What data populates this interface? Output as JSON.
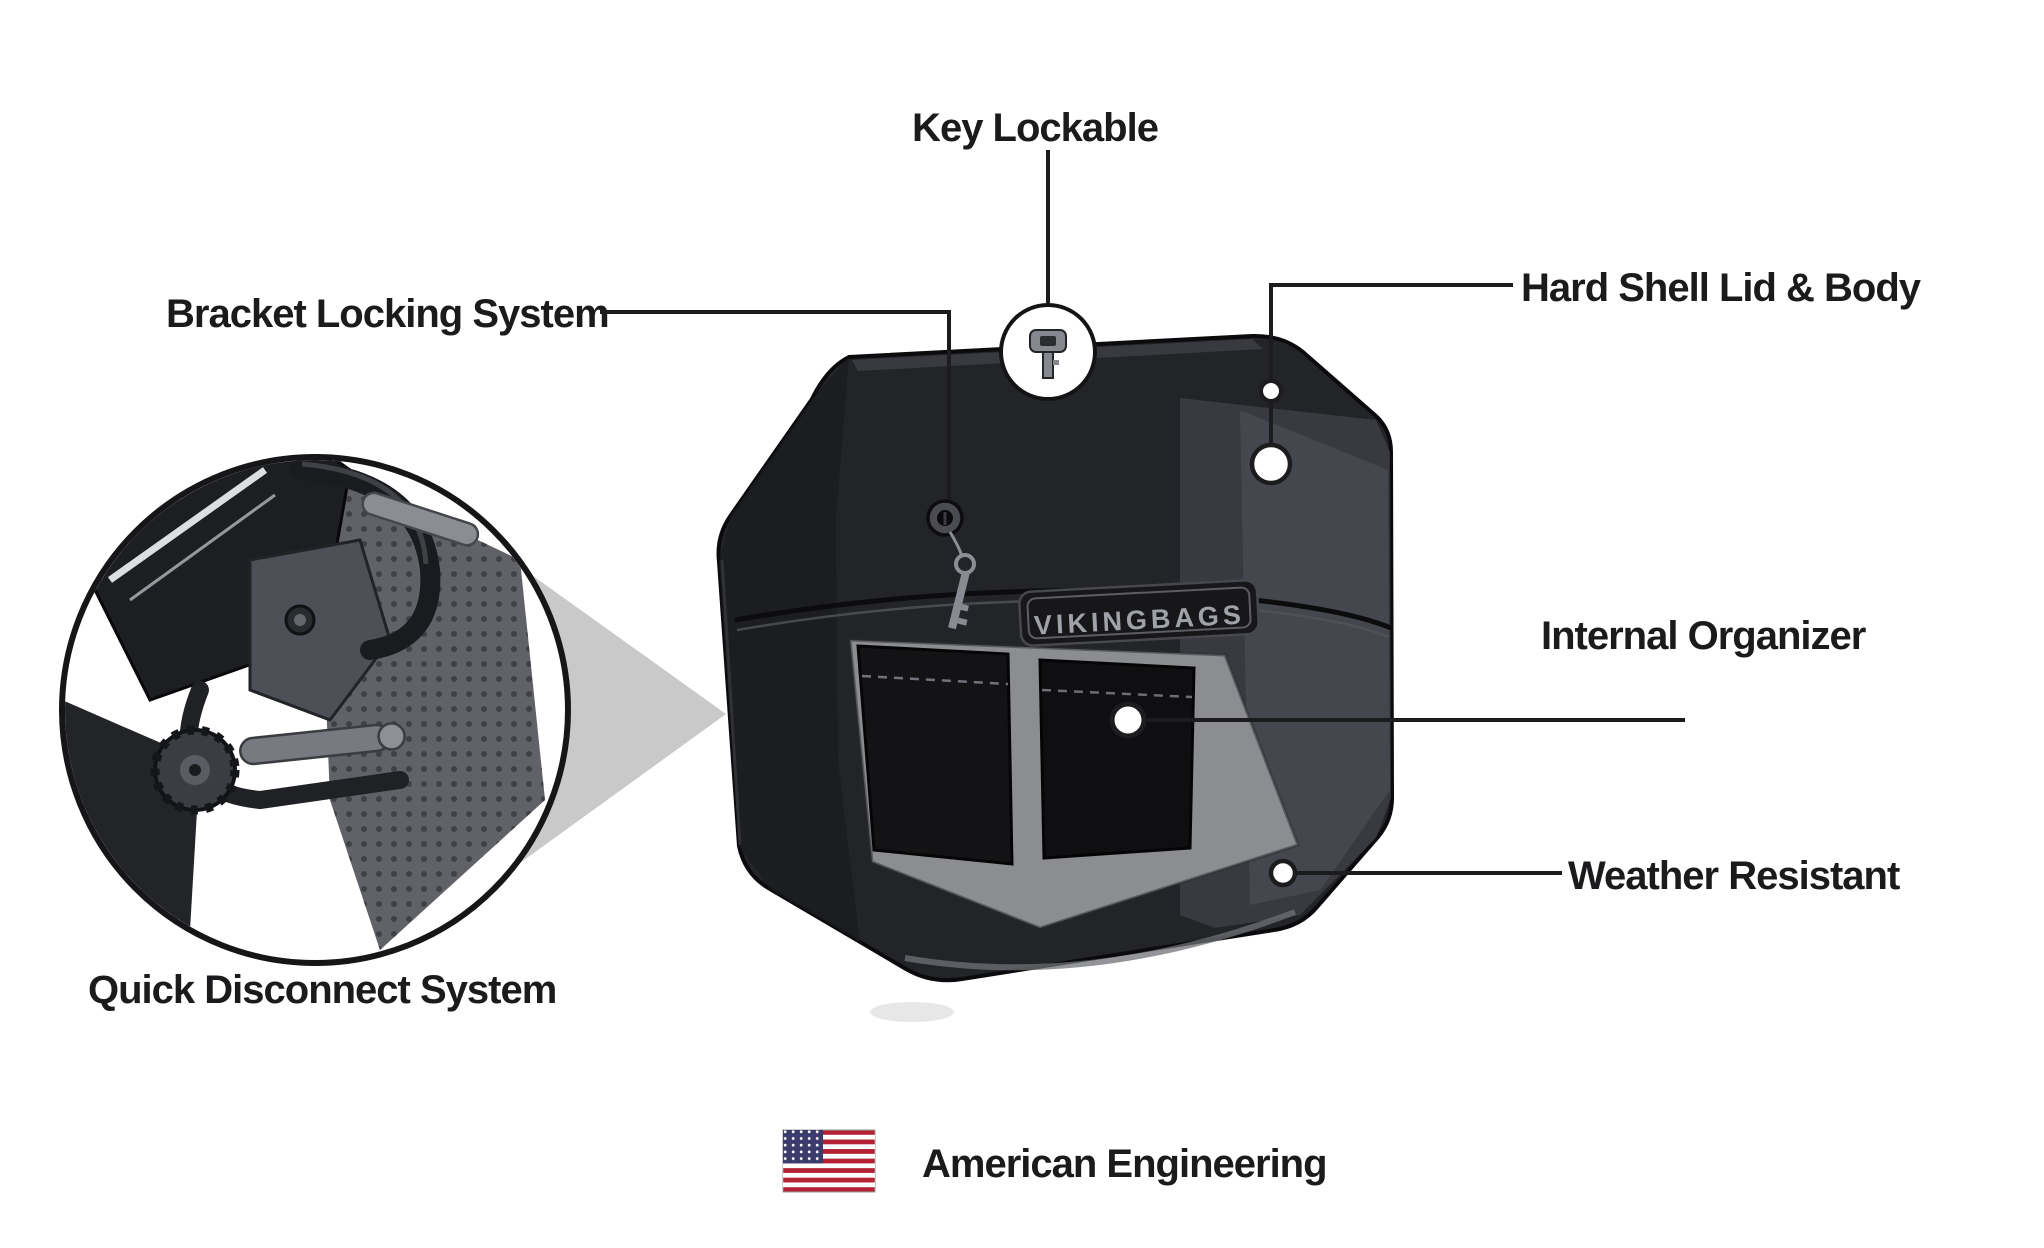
{
  "callouts": {
    "key_lockable": {
      "label": "Key Lockable"
    },
    "bracket_locking_system": {
      "label": "Bracket Locking System"
    },
    "hard_shell_lid_body": {
      "label": "Hard Shell Lid & Body"
    },
    "internal_organizer": {
      "label": "Internal Organizer"
    },
    "weather_resistant": {
      "label": "Weather Resistant"
    },
    "quick_disconnect_system": {
      "label": "Quick Disconnect System"
    }
  },
  "footer": {
    "american_engineering": "American Engineering",
    "flag_icon": "us-flag-icon"
  },
  "product": {
    "brand_badge": "VIKINGBAGS"
  },
  "colors": {
    "background": "#ffffff",
    "text": "#1b1b1d",
    "connector_line": "#1c1c1e",
    "bag_body": "#232428",
    "bag_sheen": "#4b4d54",
    "interior_gray": "#8b8d90",
    "magnifier_cone": "#c9c9c9",
    "flag_red": "#b22234",
    "flag_blue": "#3c3b6e"
  }
}
